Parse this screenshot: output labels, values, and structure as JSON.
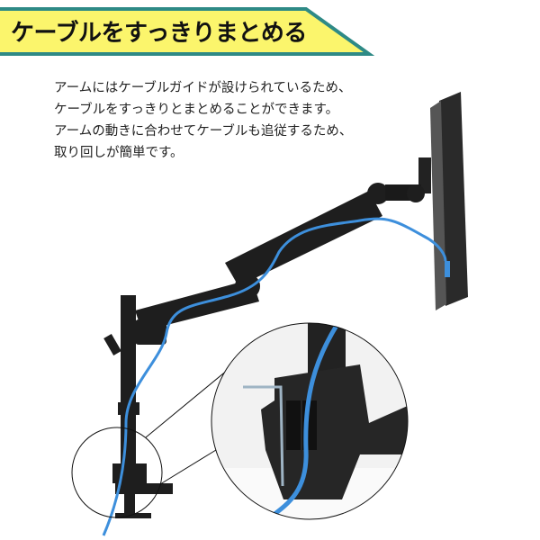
{
  "banner": {
    "title": "ケーブルをすっきりまとめる",
    "fill_color": "#fbf56c",
    "border_color": "#2e8a86"
  },
  "description": {
    "lines": [
      "アームにはケーブルガイドが設けられているため、",
      "ケーブルをすっきりとまとめることができます。",
      "アームの動きに合わせてケーブルも追従するため、",
      "取り回しが簡単です。"
    ]
  },
  "colors": {
    "arm": "#1e1e1e",
    "cable": "#3d8fdc"
  }
}
